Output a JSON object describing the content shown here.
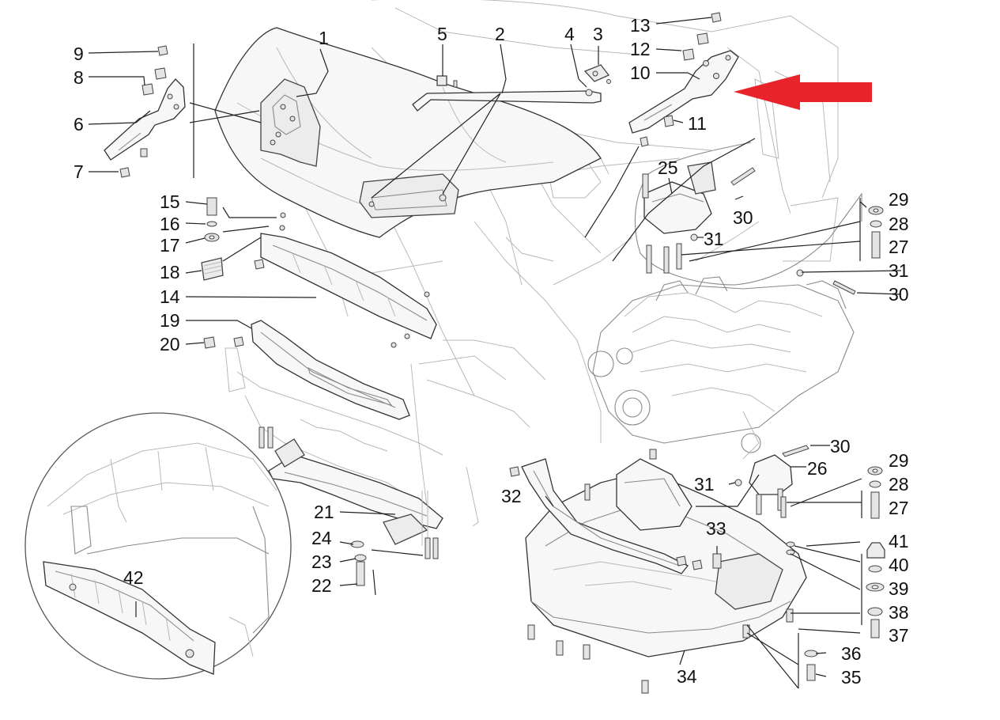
{
  "colors": {
    "arrow": "#e8232a",
    "line": "#222222",
    "text": "#111111"
  },
  "callouts": [
    {
      "id": "c1",
      "label": "1"
    },
    {
      "id": "c2",
      "label": "2"
    },
    {
      "id": "c3",
      "label": "3"
    },
    {
      "id": "c4",
      "label": "4"
    },
    {
      "id": "c5",
      "label": "5"
    },
    {
      "id": "c6",
      "label": "6"
    },
    {
      "id": "c7",
      "label": "7"
    },
    {
      "id": "c8",
      "label": "8"
    },
    {
      "id": "c9",
      "label": "9"
    },
    {
      "id": "c10",
      "label": "10"
    },
    {
      "id": "c11",
      "label": "11"
    },
    {
      "id": "c12",
      "label": "12"
    },
    {
      "id": "c13",
      "label": "13"
    },
    {
      "id": "c14",
      "label": "14"
    },
    {
      "id": "c15",
      "label": "15"
    },
    {
      "id": "c16",
      "label": "16"
    },
    {
      "id": "c17",
      "label": "17"
    },
    {
      "id": "c18",
      "label": "18"
    },
    {
      "id": "c19",
      "label": "19"
    },
    {
      "id": "c20",
      "label": "20"
    },
    {
      "id": "c21",
      "label": "21"
    },
    {
      "id": "c22",
      "label": "22"
    },
    {
      "id": "c23",
      "label": "23"
    },
    {
      "id": "c24",
      "label": "24"
    },
    {
      "id": "c25",
      "label": "25"
    },
    {
      "id": "c26",
      "label": "26"
    },
    {
      "id": "c27a",
      "label": "27"
    },
    {
      "id": "c27b",
      "label": "27"
    },
    {
      "id": "c28a",
      "label": "28"
    },
    {
      "id": "c28b",
      "label": "28"
    },
    {
      "id": "c29a",
      "label": "29"
    },
    {
      "id": "c29b",
      "label": "29"
    },
    {
      "id": "c30a",
      "label": "30"
    },
    {
      "id": "c30b",
      "label": "30"
    },
    {
      "id": "c30c",
      "label": "30"
    },
    {
      "id": "c31a",
      "label": "31"
    },
    {
      "id": "c31b",
      "label": "31"
    },
    {
      "id": "c31c",
      "label": "31"
    },
    {
      "id": "c32",
      "label": "32"
    },
    {
      "id": "c33",
      "label": "33"
    },
    {
      "id": "c34",
      "label": "34"
    },
    {
      "id": "c35",
      "label": "35"
    },
    {
      "id": "c36",
      "label": "36"
    },
    {
      "id": "c37",
      "label": "37"
    },
    {
      "id": "c38",
      "label": "38"
    },
    {
      "id": "c39",
      "label": "39"
    },
    {
      "id": "c40",
      "label": "40"
    },
    {
      "id": "c41",
      "label": "41"
    },
    {
      "id": "c42",
      "label": "42"
    }
  ]
}
